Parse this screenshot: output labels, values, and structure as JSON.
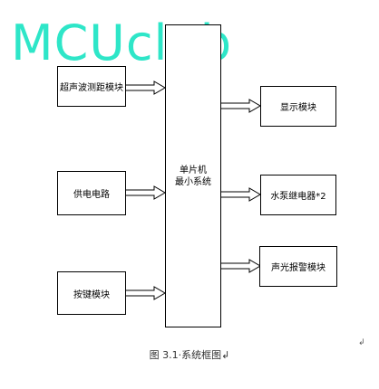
{
  "watermark": "MCUclub",
  "mcu": {
    "line1": "单片机",
    "line2": "最小系统"
  },
  "inputs": [
    {
      "label": "超声波测距模块"
    },
    {
      "label": "供电电路"
    },
    {
      "label": "按键模块"
    }
  ],
  "outputs": [
    {
      "label": "显示模块"
    },
    {
      "label": "水泵继电器*2"
    },
    {
      "label": "声光报警模块"
    }
  ],
  "caption": "图 3.1·系统框图↲",
  "edge_mark": "↲"
}
